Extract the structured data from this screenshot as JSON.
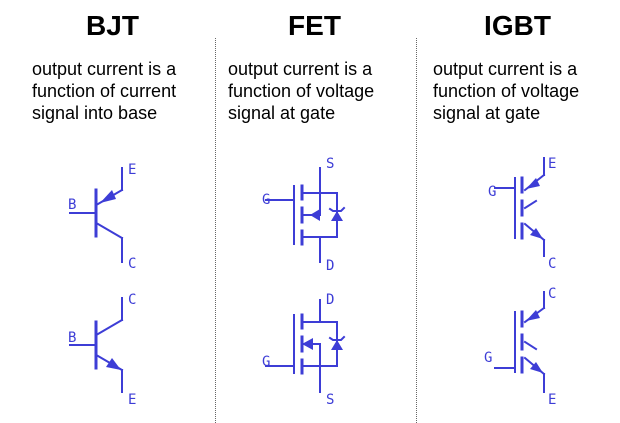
{
  "colors": {
    "symbol": "#3d3dd6",
    "text": "#000000",
    "divider": "#666666"
  },
  "columns": [
    {
      "title": "BJT",
      "description": "output current is a\nfunction of current\nsignal into base",
      "symbols": [
        {
          "labels": [
            "E",
            "B",
            "C"
          ]
        },
        {
          "labels": [
            "C",
            "B",
            "E"
          ]
        }
      ]
    },
    {
      "title": "FET",
      "description": "output current is a\nfunction of voltage\nsignal at gate",
      "symbols": [
        {
          "labels": [
            "S",
            "G",
            "D"
          ]
        },
        {
          "labels": [
            "D",
            "G",
            "S"
          ]
        }
      ]
    },
    {
      "title": "IGBT",
      "description": "output current is a\nfunction of voltage\nsignal at gate",
      "symbols": [
        {
          "labels": [
            "E",
            "G",
            "C"
          ]
        },
        {
          "labels": [
            "C",
            "G",
            "E"
          ]
        }
      ]
    }
  ]
}
